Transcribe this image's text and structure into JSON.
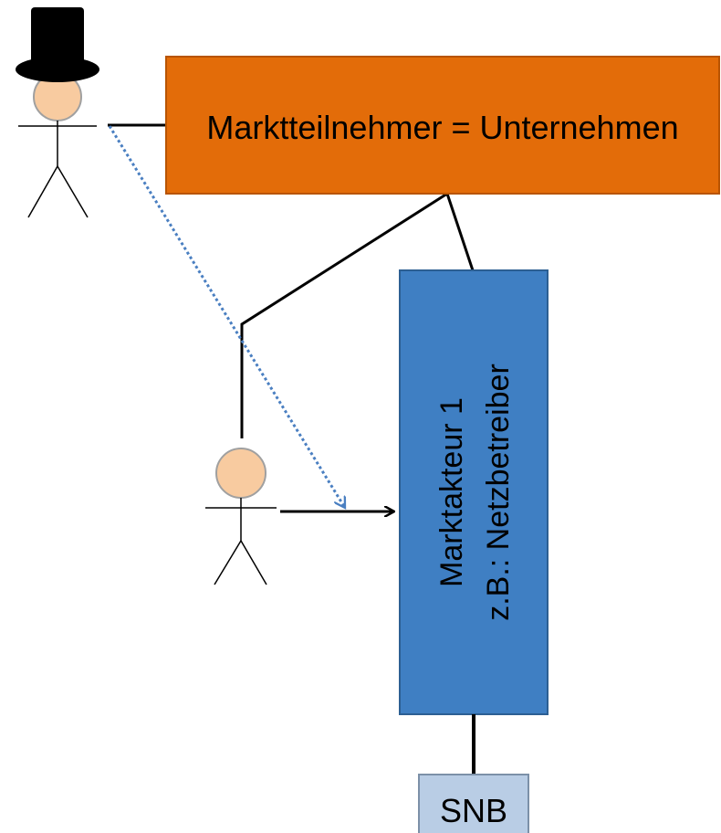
{
  "diagram": {
    "participant_box": {
      "label": "Marktteilnehmer = Unternehmen",
      "fill": "#e36c09",
      "stroke": "#b85400"
    },
    "actor_box": {
      "label_line1": "Marktakteur 1",
      "label_line2": "z.B.: Netzbetreiber",
      "fill": "#3f7fc3",
      "stroke": "#2c5f93"
    },
    "snb_box": {
      "label": "SNB",
      "fill": "#b9cde5",
      "stroke": "#7c90a8"
    },
    "actors": [
      {
        "name": "owner-with-top-hat",
        "head_fill": "#f8cba0",
        "hat": true
      },
      {
        "name": "employee",
        "head_fill": "#f8cba0",
        "hat": false
      }
    ],
    "colors": {
      "connector": "#000000",
      "dotted_arrow": "#4a7fc1"
    }
  }
}
